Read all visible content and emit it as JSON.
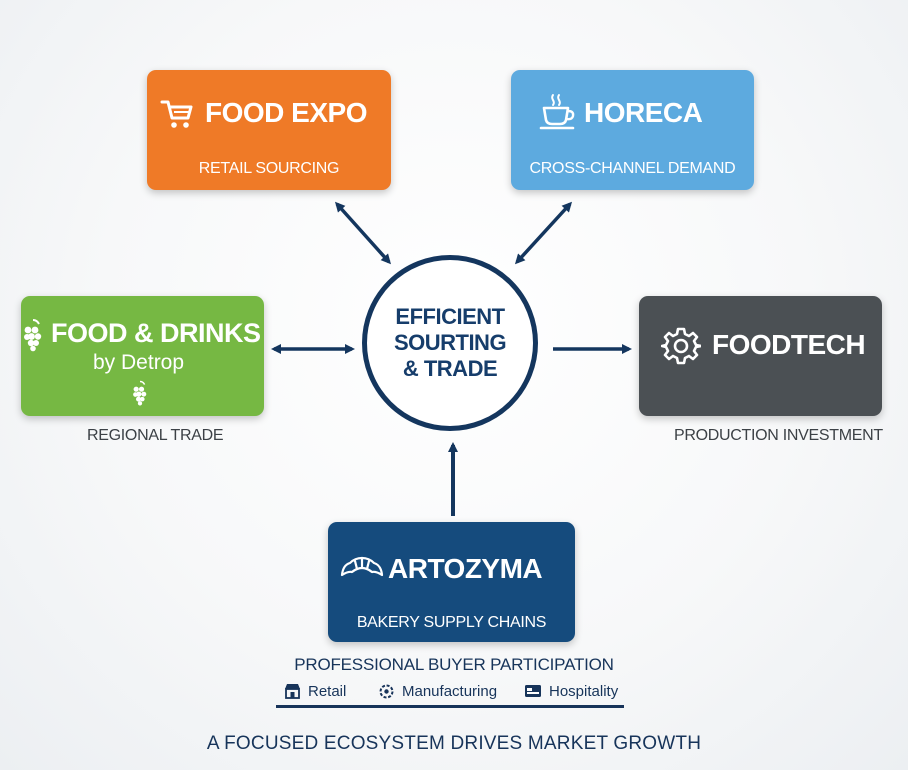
{
  "center": {
    "line1": "EFFICIENT",
    "line2": "SOURTING",
    "line3": "& TRADE"
  },
  "nodes": {
    "food_expo": {
      "title": "FOOD EXPO",
      "subtitle": "RETAIL SOURCING",
      "icon": "cart-icon",
      "color": "#ef7a27"
    },
    "horeca": {
      "title": "HORECA",
      "subtitle": "CROSS-CHANNEL DEMAND",
      "icon": "coffee-cup-icon",
      "color": "#5daadf"
    },
    "food_drinks": {
      "title": "FOOD & DRINKS",
      "title2": "by Detrop",
      "label": "REGIONAL TRADE",
      "icon": "grapes-icon",
      "color": "#76b843"
    },
    "foodtech": {
      "title": "FOODTECH",
      "label": "PRODUCTION INVESTMENT",
      "icon": "gear-icon",
      "color": "#4b5054"
    },
    "artozyma": {
      "title": "ARTOZYMA",
      "subtitle": "BAKERY SUPPLY CHAINS",
      "icon": "croissant-icon",
      "color": "#154b7d"
    }
  },
  "buyers": {
    "heading": "PROFESSIONAL BUYER PARTICIPATION",
    "items": [
      {
        "label": "Retail",
        "icon": "store-icon"
      },
      {
        "label": "Manufacturing",
        "icon": "factory-gear-icon"
      },
      {
        "label": "Hospitality",
        "icon": "bed-icon"
      }
    ]
  },
  "footer": "A FOCUSED ECOSYSTEM DRIVES MARKET GROWTH",
  "colors": {
    "arrow": "#14365e",
    "text_dark": "#17345a"
  }
}
